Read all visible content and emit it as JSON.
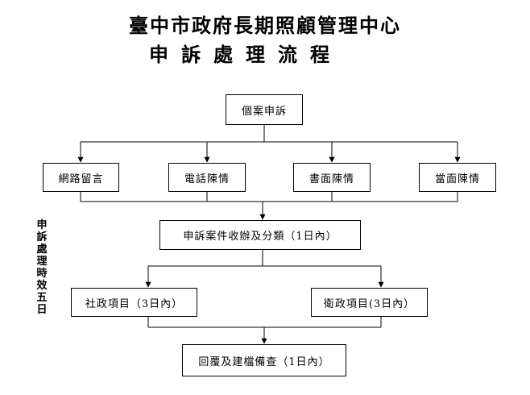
{
  "title": "臺中市政府長期照顧管理中心",
  "subtitle": "申訴處理流程",
  "nodes": {
    "root": "個案申訴",
    "channels": [
      "網路留言",
      "電話陳情",
      "書面陳情",
      "當面陳情"
    ],
    "sort": "申訴案件收辦及分類（1日內）",
    "depts": [
      "社政項目（3日內）",
      "衛政項目(3日內）"
    ],
    "reply": "回覆及建檔備查（1日內）"
  },
  "side_label": [
    "申",
    "訴",
    "處",
    "理",
    "時",
    "效",
    "五",
    "日"
  ]
}
